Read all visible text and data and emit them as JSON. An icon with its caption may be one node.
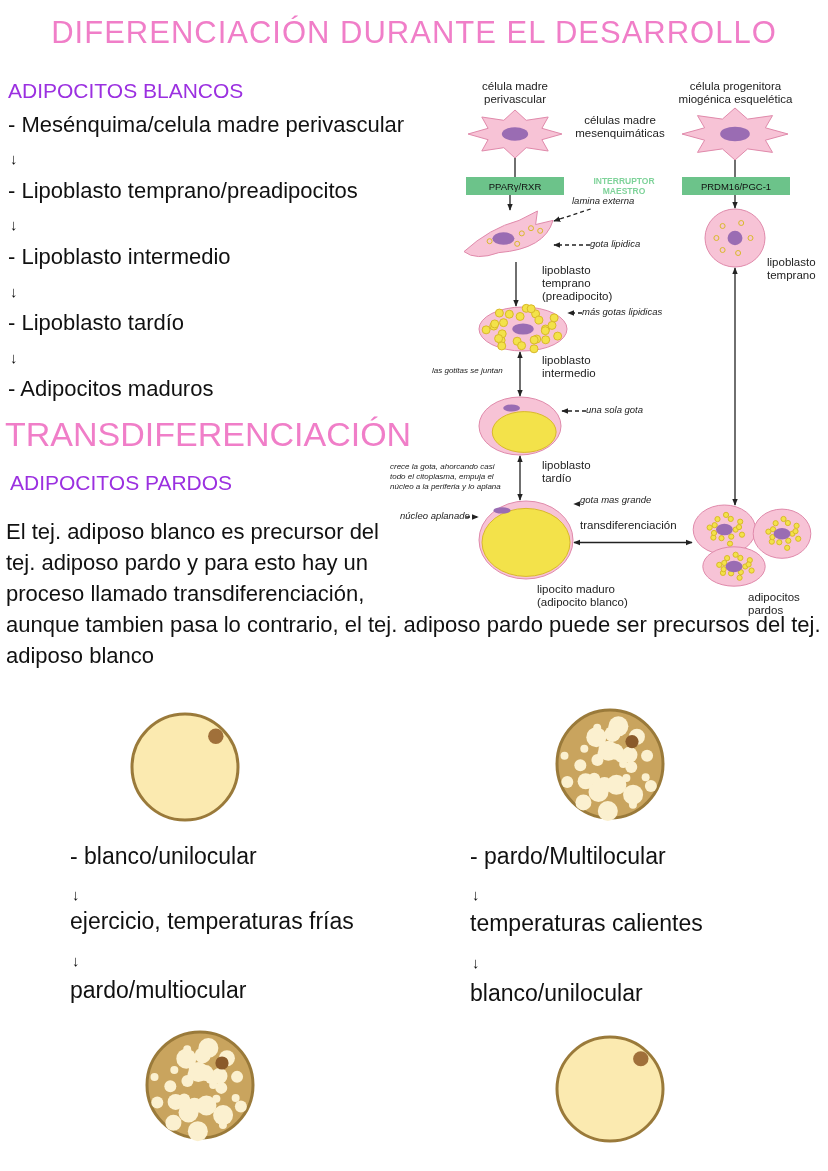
{
  "diagram": {
    "title": "DIFERENCIACIÓN DURANTE EL DESARROLLO",
    "nodes": [
      {
        "text": [],
        "shape": "picture",
        "beside": [
          "célula madre perivascular"
        ]
      },
      {
        "text": [],
        "shape": "picture",
        "beside": [
          "célula progenitora miogénica esquelética"
        ]
      },
      {
        "text": [
          "PPARγ/RXR"
        ]
      },
      {
        "text": [
          "PRDM16/PGC-1"
        ]
      },
      {
        "text": [
          "lamina externa"
        ]
      },
      {
        "text": [],
        "shape": "picture",
        "beside": [
          "lipoblasto temprano (preadipocito)"
        ]
      },
      {
        "text": [
          "gota lipidica"
        ]
      },
      {
        "text": [],
        "shape": "picture",
        "beside": [
          "lipoblasto temprano"
        ]
      },
      {
        "text": [
          "más gotas lipidicas"
        ]
      },
      {
        "text": [],
        "shape": "picture",
        "beside": [
          "lipoblasto intermedio"
        ]
      },
      {
        "text": [
          "una sola gota"
        ]
      },
      {
        "text": [],
        "shape": "picture",
        "beside": [
          "lipoblasto tardío"
        ]
      },
      {
        "text": [
          "gota mas grande"
        ]
      },
      {
        "text": [
          "núcleo aplanado"
        ]
      },
      {
        "text": [],
        "shape": "picture",
        "beside": [
          "lipocito maduro (adipocito blanco)"
        ]
      },
      {
        "text": [],
        "shape": "picture",
        "beside": [
          "adipocitos pardos"
        ]
      },
      {
        "text": [],
        "shape": "picture"
      },
      {
        "text": [],
        "shape": "picture"
      },
      {
        "text": [],
        "shape": "picture"
      },
      {
        "text": [],
        "shape": "picture"
      }
    ],
    "edges": [
      {
        "from": 0,
        "to": 2,
        "arrow": "none"
      },
      {
        "from": 2,
        "to": 5,
        "arrow": "to"
      },
      {
        "from": 1,
        "to": 3,
        "arrow": "none"
      },
      {
        "from": 3,
        "to": 7,
        "arrow": "to"
      },
      {
        "from": 4,
        "to": 5,
        "arrow": "to",
        "style": "dashed"
      },
      {
        "from": 6,
        "to": 5,
        "arrow": "to",
        "style": "dashed"
      },
      {
        "from": 8,
        "to": 9,
        "arrow": "to",
        "style": "dashed"
      },
      {
        "from": 5,
        "to": 9,
        "arrow": "to"
      },
      {
        "from": 9,
        "to": 11,
        "arrow": "both",
        "label": "las gotitas se juntan"
      },
      {
        "from": 10,
        "to": 11,
        "arrow": "to",
        "style": "dashed"
      },
      {
        "from": 11,
        "to": 14,
        "arrow": "both",
        "label": "crece la gota, ahorcando casi todo el citoplasma, empuja el núcleo a la periferia y lo aplana"
      },
      {
        "from": 12,
        "to": 14,
        "arrow": "to",
        "style": "dashed"
      },
      {
        "from": 13,
        "to": 14,
        "arrow": "to",
        "style": "dashed"
      },
      {
        "from": 14,
        "to": 15,
        "arrow": "both",
        "label": "transdiferenciación"
      },
      {
        "from": 7,
        "to": 15,
        "arrow": "both"
      }
    ],
    "labels": [
      "ADIPOCITOS BLANCOS",
      "- Mesénquima/celula madre perivascular",
      "↓",
      "- Lipoblasto temprano/preadipocitos",
      "↓",
      "- Lipoblasto intermedio",
      "↓",
      "- Lipoblasto tardío",
      "↓",
      "- Adipocitos maduros",
      "células madre mesenquimáticas",
      "INTERRUPTOR MAESTRO",
      "TRANSDIFERENCIACIÓN",
      "ADIPOCITOS PARDOS",
      "El tej. adiposo blanco es precursor del tej. adiposo pardo y para esto hay un proceso llamado transdiferenciación, aunque tambien pasa lo contrario, el tej. adiposo pardo puede ser precursos del tej. adiposo blanco",
      "- blanco/unilocular",
      "- pardo/Multilocular",
      "↓",
      "↓",
      "ejercicio, temperaturas frías",
      "temperaturas calientes",
      "↓",
      "↓",
      "pardo/multiocular",
      "blanco/unilocular"
    ]
  }
}
